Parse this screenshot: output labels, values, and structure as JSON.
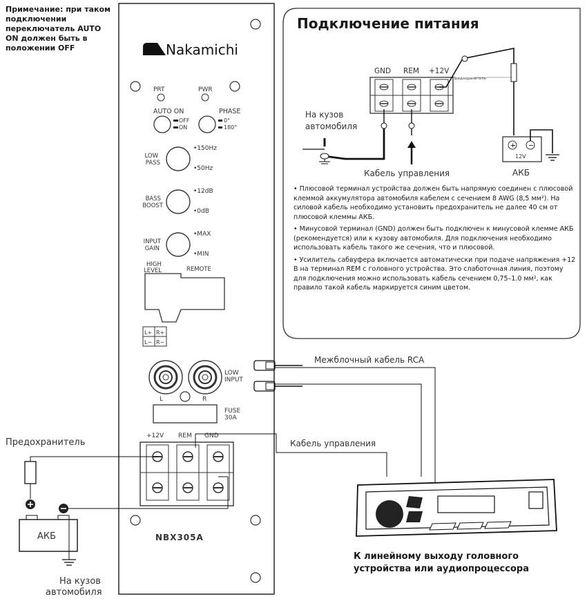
{
  "note": "Примечание: при таком подключении переключатель AUTO ON должен быть в положении OFF",
  "panel": {
    "brand": "Nakamichi",
    "prt": "PRT",
    "pwr": "PWR",
    "auto_on": "AUTO ON",
    "off": "OFF",
    "on": "ON",
    "phase": "PHASE",
    "phase_0": "0°",
    "phase_180": "180°",
    "low_pass_1": "LOW",
    "low_pass_2": "PASS",
    "hz150": "•150Hz",
    "hz50": "•50Hz",
    "bass_1": "BASS",
    "bass_2": "BOOST",
    "db12": "•12dB",
    "db0": "•0dB",
    "input_1": "INPUT",
    "input_2": "GAIN",
    "max": "•MAX",
    "min": "•MIN",
    "high_1": "HIGH",
    "high_2": "LEVEL",
    "remote": "REMOTE",
    "lp": "L+",
    "rp": "R+",
    "lm": "L−",
    "rm": "R−",
    "low_input_1": "LOW",
    "low_input_2": "INPUT",
    "l": "L",
    "r": "R",
    "fuse_1": "FUSE",
    "fuse_2": "30A",
    "t12": "+12V",
    "trem": "REM",
    "tgnd": "GND",
    "model": "NBX305A"
  },
  "power_box": {
    "title": "Подключение питания",
    "gnd": "GND",
    "rem": "REM",
    "v12": "+12V",
    "fuse_small": "Предохранитель",
    "body_1": "На кузов",
    "body_2": "автомобиля",
    "control": "Кабель управления",
    "battery_v": "12V",
    "battery": "АКБ",
    "bullets": [
      "• Плюсовой терминал устройства должен быть напрямую соединен с плюсовой клеммой аккумулятора автомобиля кабелем с сечением 8 AWG (8,5 мм²). На силовой кабель необходимо установить предохранитель не далее 40 см от плюсовой клеммы АКБ.",
      "• Минусовой терминал (GND) должен быть подключен к минусовой клемме АКБ (рекомендуется) или к кузову автомобиля. Для подключения необходимо использовать кабель такого же сечения, что и плюсовой.",
      "• Усилитель сабвуфера включается автоматически при подаче напряжения +12 В на терминал REM с головного устройства. Это слаботочная линия, поэтому для подключения можно использовать кабель сечением 0,75–1.0 мм², как правило такой кабель маркируется синим цветом."
    ]
  },
  "labels": {
    "rca": "Межблочный кабель RCA",
    "control": "Кабель управления",
    "fuse": "Предохранитель",
    "battery": "АКБ",
    "body_1": "На кузов",
    "body_2": "автомобиля",
    "bottom_1": "К линейному выходу головного",
    "bottom_2": "устройства или аудиопроцессора"
  }
}
